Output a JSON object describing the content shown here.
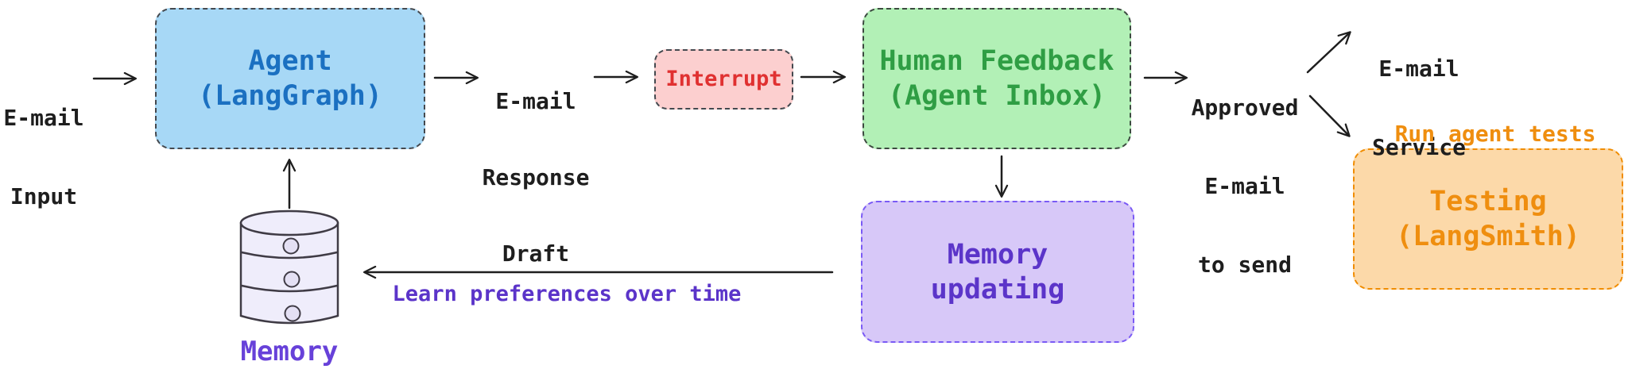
{
  "diagram": {
    "palette": {
      "arrow": "#1e1e1e",
      "background": "#ffffff",
      "label_text": "#1e1e1e",
      "cylinder_fill": "#efedfb",
      "cylinder_stroke": "#3f3b45"
    },
    "nodes": {
      "agent": {
        "lines": [
          "Agent",
          "(LangGraph)"
        ],
        "fill": "#a7d8f6",
        "border": "#44494f",
        "text": "#1b70c1"
      },
      "interrupt": {
        "lines": [
          "Interrupt"
        ],
        "fill": "#fccfcf",
        "border": "#44494f",
        "text": "#e03131"
      },
      "human_feedback": {
        "lines": [
          "Human Feedback",
          "(Agent Inbox)"
        ],
        "fill": "#b2f0b6",
        "border": "#3c4a40",
        "text": "#2f9e44"
      },
      "memory_updating": {
        "lines": [
          "Memory",
          "updating"
        ],
        "fill": "#d7c8f8",
        "border": "#7a5af5",
        "text": "#5b34c9"
      },
      "testing": {
        "lines": [
          "Testing",
          "(LangSmith)"
        ],
        "fill": "#fcd9a9",
        "border": "#f08c00",
        "text": "#ef8e0f"
      }
    },
    "labels": {
      "email_input": {
        "lines": [
          "E-mail",
          "Input"
        ]
      },
      "email_response_draft": {
        "lines": [
          "E-mail",
          "Response",
          "Draft"
        ]
      },
      "approved_email": {
        "lines": [
          "Approved",
          "E-mail",
          "to send"
        ]
      },
      "email_service": {
        "lines": [
          "E-mail",
          "Service"
        ]
      },
      "run_agent_tests": {
        "text": "Run agent tests",
        "color": "#ef8e0f"
      },
      "learn_preferences": {
        "text": "Learn preferences over time",
        "color": "#5b34c9"
      },
      "memory": {
        "text": "Memory",
        "color": "#6741d9"
      }
    },
    "icons": {
      "memory_database": "database-cylinder"
    }
  }
}
